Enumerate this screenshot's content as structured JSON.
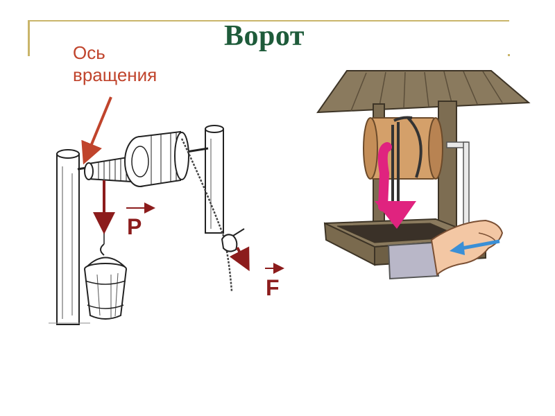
{
  "slide": {
    "title": "Ворот",
    "axis_label_line1": "Ось",
    "axis_label_line2": "вращения",
    "force_p": "P",
    "force_f": "F"
  },
  "colors": {
    "title": "#1e5b3a",
    "axis_label": "#c0442c",
    "force_arrow": "#8c1c1c",
    "frame": "#c9b56a",
    "roof_wood": "#8a7a5e",
    "drum_wood": "#d4a06a",
    "pink_arrow": "#e0237f",
    "blue_arrow": "#3a8fd6"
  }
}
